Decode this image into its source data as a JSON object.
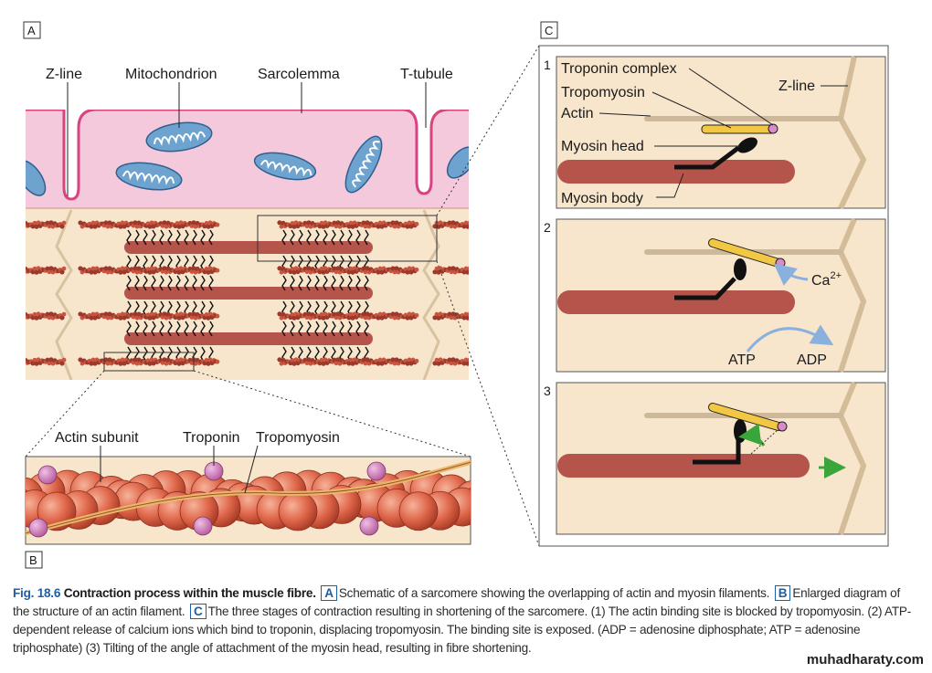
{
  "panels": {
    "a_key": "A",
    "b_key": "B",
    "c_key": "C"
  },
  "panel_a": {
    "labels": {
      "z_line": "Z-line",
      "mitochondrion": "Mitochondrion",
      "sarcolemma": "Sarcolemma",
      "t_tubule": "T-tubule"
    }
  },
  "panel_b": {
    "labels": {
      "actin_subunit": "Actin subunit",
      "troponin": "Troponin",
      "tropomyosin": "Tropomyosin"
    }
  },
  "panel_c": {
    "stage_numbers": [
      "1",
      "2",
      "3"
    ],
    "labels": {
      "troponin_complex": "Troponin complex",
      "tropomyosin": "Tropomyosin",
      "actin": "Actin",
      "myosin_head": "Myosin head",
      "myosin_body": "Myosin body",
      "z_line": "Z-line",
      "ca": "Ca",
      "ca_charge": "2+",
      "atp": "ATP",
      "adp": "ADP"
    }
  },
  "caption": {
    "fig_number": "Fig. 18.6",
    "title": "Contraction process within the muscle fibre.",
    "key_a": "A",
    "text_a": "Schematic of a sarcomere showing the overlapping of actin and myosin filaments.",
    "key_b": "B",
    "text_b": "Enlarged diagram of the structure of an actin filament.",
    "key_c": "C",
    "text_c": "The three stages of contraction resulting in shortening of the sarcomere. (1) The actin binding site is blocked by tropomyosin. (2) ATP-dependent release of calcium ions which bind to troponin, displacing tropomyosin. The binding site is exposed. (ADP = adenosine diphosphate; ATP = adenosine triphosphate) (3) Tilting of the angle of attachment of the myosin head, resulting in fibre shortening."
  },
  "watermark": "muhadharaty.com",
  "colors": {
    "sarcolemma": "#f5c9dc",
    "membrane": "#d8447f",
    "cytoplasm": "#f7e5cc",
    "myosin": "#b5544a",
    "actin_bead": "#c9553e",
    "troponin": "#c06aa8",
    "tropomyosin": "#f2c744",
    "mitochondrion": "#6ea3cf",
    "ca_arrow": "#8ab0dd",
    "shift_arrow": "#3aa53a"
  }
}
